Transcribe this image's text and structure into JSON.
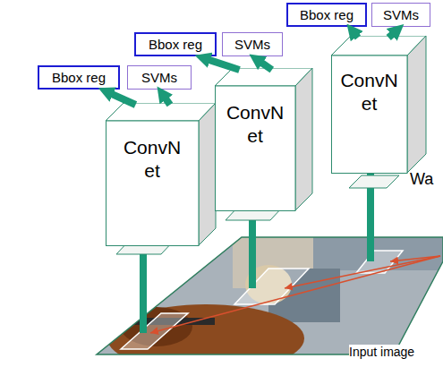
{
  "diagram": {
    "nodes": [
      {
        "text": [
          "Bbox reg"
        ]
      },
      {
        "text": [
          "SVMs"
        ]
      },
      {
        "text": [
          "ConvN et"
        ]
      },
      {
        "text": [
          "Bbox reg"
        ]
      },
      {
        "text": [
          "SVMs"
        ]
      },
      {
        "text": [
          "ConvN et"
        ]
      },
      {
        "text": [
          "Bbox reg"
        ]
      },
      {
        "text": [
          "SVMs"
        ]
      },
      {
        "text": [
          "ConvN et"
        ]
      }
    ],
    "edges": [
      {
        "from": 2,
        "to": 0,
        "arrow": "to"
      },
      {
        "from": 2,
        "to": 1,
        "arrow": "to"
      },
      {
        "from": 5,
        "to": 3,
        "arrow": "to"
      },
      {
        "from": 5,
        "to": 4,
        "arrow": "to"
      },
      {
        "from": 8,
        "to": 6,
        "arrow": "to"
      },
      {
        "from": 8,
        "to": 7,
        "arrow": "to"
      }
    ],
    "labels": [
      "Wa",
      "Input image"
    ]
  }
}
